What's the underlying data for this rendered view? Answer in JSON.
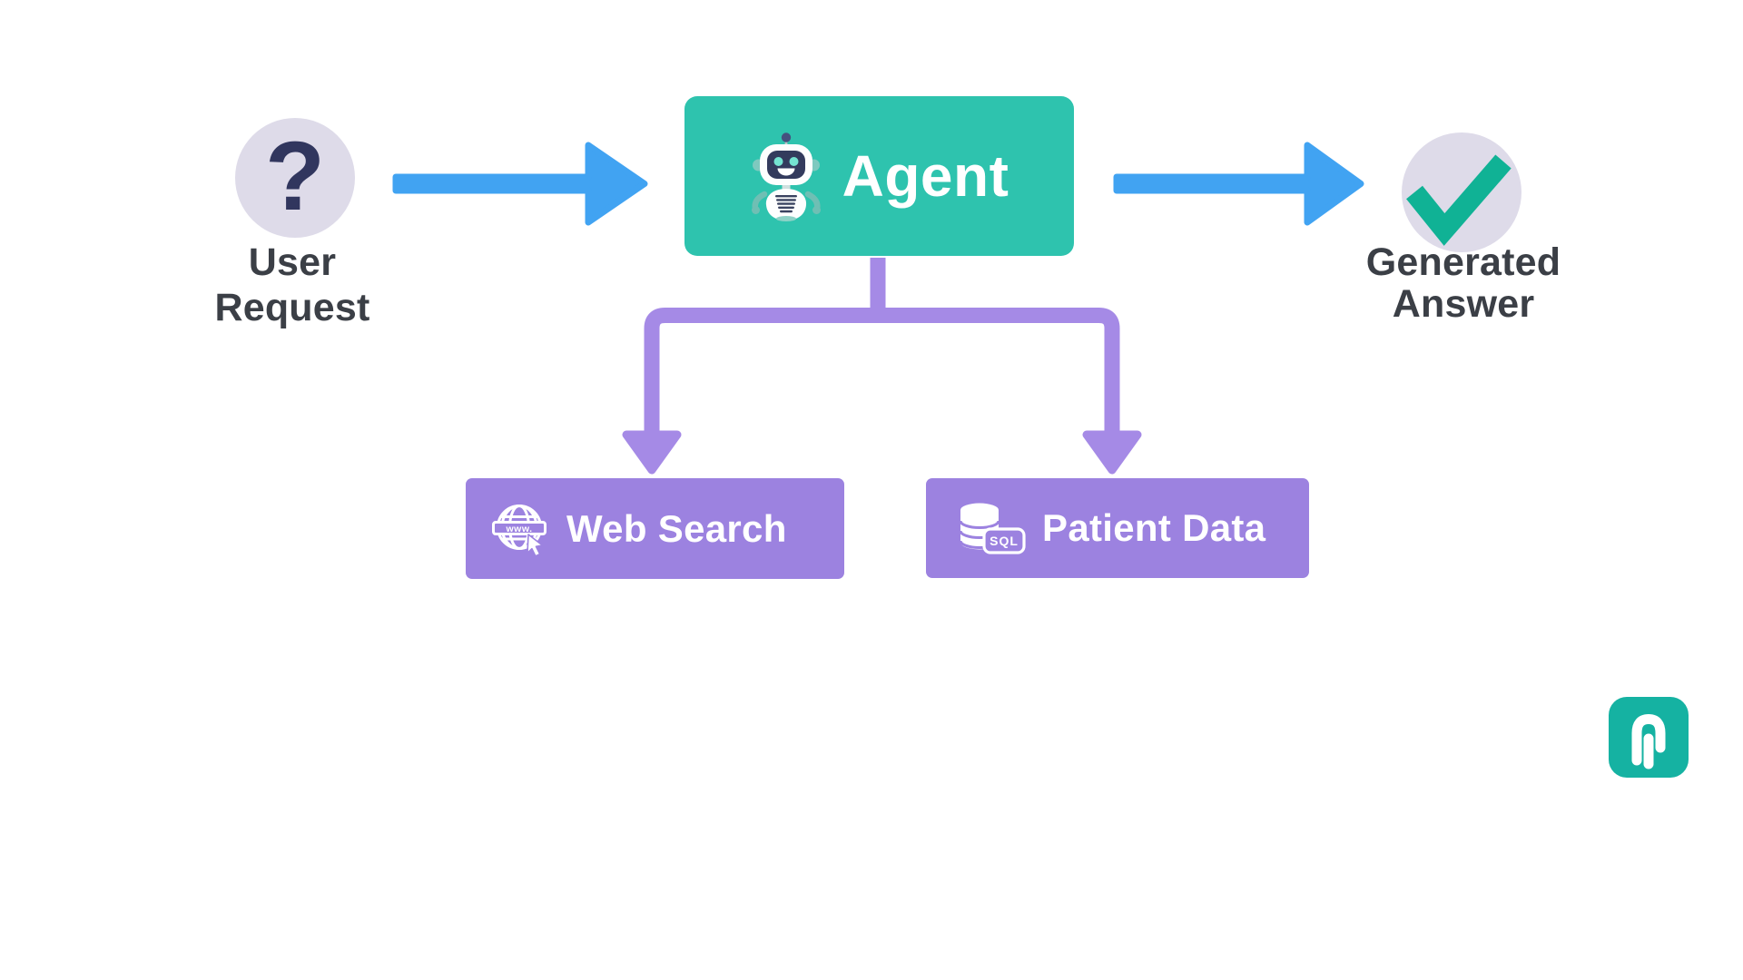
{
  "colors": {
    "agent_teal": "#2ec3ae",
    "purple_box": "#9c82e0",
    "purple_arrow": "#a58ae6",
    "blue_arrow": "#41a3f2",
    "circle_bg": "#dedbe9",
    "navy": "#31365e",
    "label_text": "#3b3f46",
    "check_green": "#10b295",
    "logo_teal": "#15b2a2",
    "white": "#ffffff"
  },
  "nodes": {
    "user_request": {
      "icon": "question-mark",
      "icon_glyph": "?",
      "label_line1": "User",
      "label_line2": "Request"
    },
    "agent": {
      "icon": "robot-mascot",
      "label": "Agent"
    },
    "generated_answer": {
      "icon": "checkmark",
      "label_line1": "Generated",
      "label_line2": "Answer"
    },
    "web_search": {
      "icon": "globe-www",
      "icon_caption": "www.",
      "label": "Web Search"
    },
    "patient_data": {
      "icon": "sql-database",
      "icon_caption": "SQL",
      "label": "Patient Data"
    }
  },
  "edges": [
    {
      "from": "user_request",
      "to": "agent",
      "style": "blue-arrow"
    },
    {
      "from": "agent",
      "to": "generated_answer",
      "style": "blue-arrow"
    },
    {
      "from": "agent",
      "to": "web_search",
      "style": "purple-arrow"
    },
    {
      "from": "agent",
      "to": "patient_data",
      "style": "purple-arrow"
    }
  ],
  "logo": {
    "glyph": "stylized-A",
    "shape": "rounded-square"
  }
}
